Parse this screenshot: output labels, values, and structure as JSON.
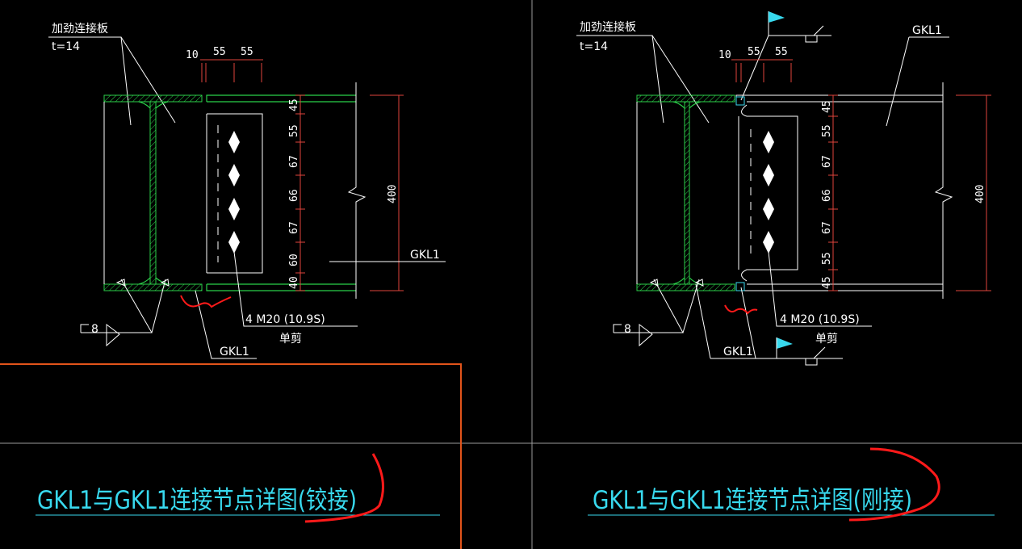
{
  "colors": {
    "background": "#000000",
    "line_white": "#ffffff",
    "line_green": "#2bd14a",
    "dim_red": "#e0443c",
    "text_cyan": "#38d9ee",
    "frame_orange": "#e2541b",
    "markup_red": "#ff1a1a"
  },
  "left_detail": {
    "plate_label": "加劲连接板",
    "plate_thickness": "t=14",
    "top_dims": [
      "10",
      "55",
      "55"
    ],
    "side_dims": [
      "45",
      "55",
      "67",
      "66",
      "67",
      "60",
      "40"
    ],
    "depth_dim": "400",
    "beam_label_right": "GKL1",
    "beam_label_bottom": "GKL1",
    "weld_symbol": "8",
    "bolt_spec": "4 M20 (10.9S)",
    "bolt_note": "单剪",
    "title": "GKL1与GKL1连接节点详图(铰接)"
  },
  "right_detail": {
    "plate_label": "加劲连接板",
    "plate_thickness": "t=14",
    "top_dims": [
      "10",
      "55",
      "55"
    ],
    "side_dims": [
      "45",
      "55",
      "67",
      "66",
      "67",
      "55",
      "45"
    ],
    "depth_dim": "400",
    "beam_label_top": "GKL1",
    "beam_label_bottom": "GKL1",
    "weld_symbol": "8",
    "bolt_spec": "4 M20 (10.9S)",
    "bolt_note": "单剪",
    "title": "GKL1与GKL1连接节点详图(刚接)"
  }
}
